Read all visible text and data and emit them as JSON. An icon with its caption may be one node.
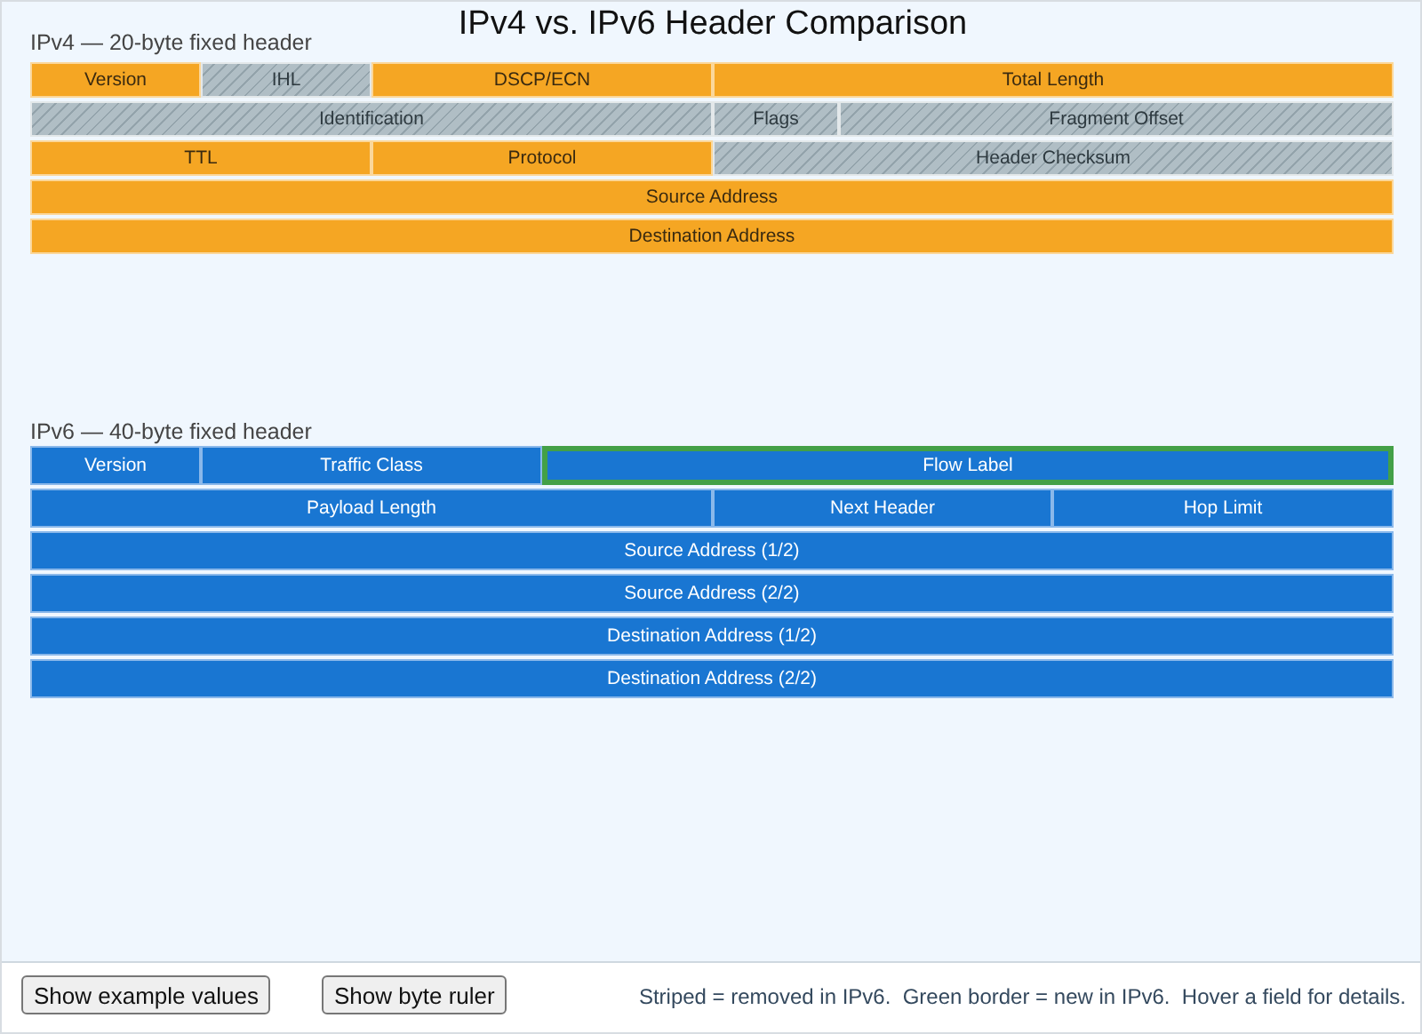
{
  "diagram": {
    "title": "IPv4 vs. IPv6 Header Comparison",
    "nodes": [
      {
        "text": [
          "Version"
        ]
      },
      {
        "text": [
          "IHL"
        ]
      },
      {
        "text": [
          "DSCP/ECN"
        ]
      },
      {
        "text": [
          "Total Length"
        ]
      },
      {
        "text": [
          "Identification"
        ]
      },
      {
        "text": [
          "Flags"
        ]
      },
      {
        "text": [
          "Fragment Offset"
        ]
      },
      {
        "text": [
          "TTL"
        ]
      },
      {
        "text": [
          "Protocol"
        ]
      },
      {
        "text": [
          "Header Checksum"
        ]
      },
      {
        "text": [
          "Source Address"
        ]
      },
      {
        "text": [
          "Destination Address"
        ]
      },
      {
        "text": [
          "Version"
        ]
      },
      {
        "text": [
          "Traffic Class"
        ]
      },
      {
        "text": [
          "Flow Label"
        ]
      },
      {
        "text": [
          "Payload Length"
        ]
      },
      {
        "text": [
          "Next Header"
        ]
      },
      {
        "text": [
          "Hop Limit"
        ]
      },
      {
        "text": [
          "Source Address (1/2)"
        ]
      },
      {
        "text": [
          "Source Address (2/2)"
        ]
      },
      {
        "text": [
          "Destination Address (1/2)"
        ]
      },
      {
        "text": [
          "Destination Address (2/2)"
        ]
      }
    ],
    "labels": [
      "IPv4 — 20-byte fixed header",
      "IPv6 — 40-byte fixed header",
      "Show example values",
      "Show byte ruler",
      "Striped = removed in IPv6.  Green border = new in IPv6.  Hover a field for details."
    ]
  }
}
